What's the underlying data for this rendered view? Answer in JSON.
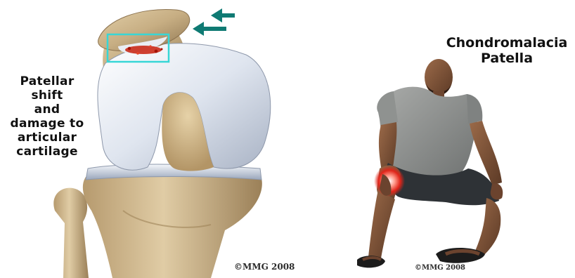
{
  "left": {
    "caption_lines": [
      "Patellar",
      "shift",
      "and",
      "damage to",
      "articular",
      "cartilage"
    ],
    "copyright": "©MMG 2008"
  },
  "right": {
    "title_lines": [
      "Chondromalacia",
      "Patella"
    ],
    "copyright": "©MMG 2008"
  },
  "colors": {
    "arrow": "#0f7a73",
    "highlight_box": "#37d6d6",
    "cartilage": "#dde3ee",
    "bone": "#c9b38b",
    "damage": "#c81e0c",
    "shirt": "#8f9290",
    "shorts": "#2e3236",
    "skin": "#7a4f35"
  }
}
